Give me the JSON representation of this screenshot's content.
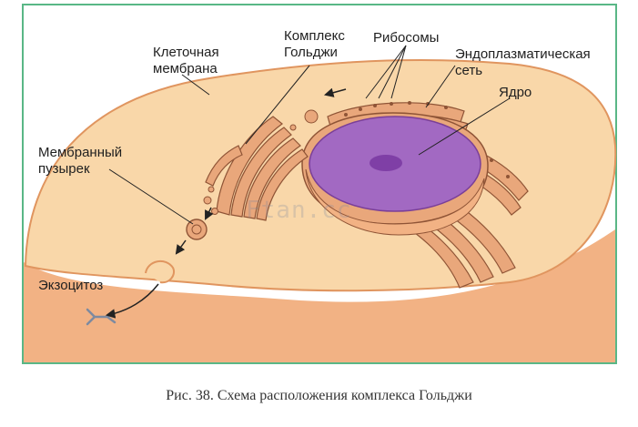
{
  "labels": {
    "membrane": [
      "Клеточная",
      "мембрана"
    ],
    "golgi": [
      "Комплекс",
      "Гольджи"
    ],
    "ribosomes": "Рибосомы",
    "er": [
      "Эндоплазматическая",
      "сеть"
    ],
    "nucleus": "Ядро",
    "vesicle": [
      "Мембранный",
      "пузырек"
    ],
    "exocytosis": "Экзоцитоз"
  },
  "caption": "Рис. 38. Схема расположения комплекса Гольджи",
  "watermark": "Ftan.cc",
  "colors": {
    "frame": "#59b786",
    "cytoplasm": "#f9d7a9",
    "membrane_outer": "#f2b284",
    "membrane_edge": "#e0955f",
    "organelle": "#e9a77b",
    "organelle_stroke": "#8f5436",
    "nucleus": "#a269c2",
    "nucleolus": "#7f3fa6"
  }
}
